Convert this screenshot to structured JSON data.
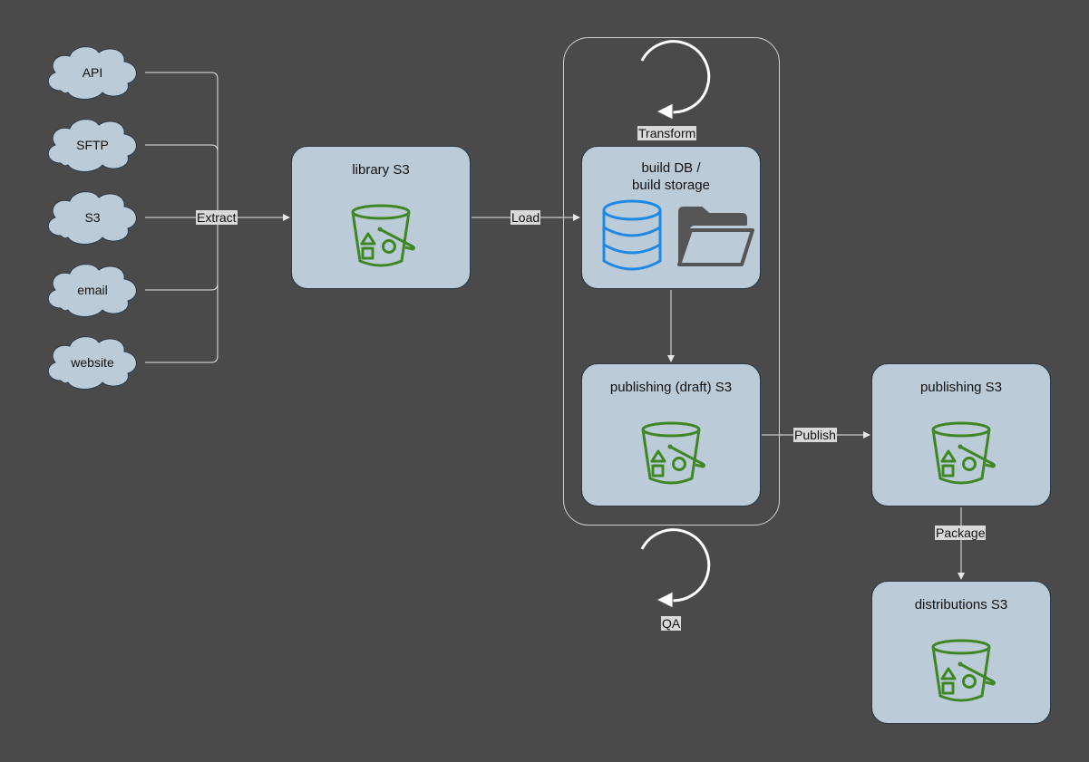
{
  "sources": [
    {
      "label": "API"
    },
    {
      "label": "SFTP"
    },
    {
      "label": "S3"
    },
    {
      "label": "email"
    },
    {
      "label": "website"
    }
  ],
  "boxes": {
    "library": {
      "title": "library S3"
    },
    "build": {
      "title": "build DB /\nbuild storage"
    },
    "draft": {
      "title": "publishing (draft) S3"
    },
    "publishing": {
      "title": "publishing S3"
    },
    "distributions": {
      "title": "distributions S3"
    }
  },
  "edges": {
    "extract": "Extract",
    "load": "Load",
    "transform": "Transform",
    "publish": "Publish",
    "package": "Package",
    "qa": "QA"
  },
  "colors": {
    "background": "#4a4a4a",
    "node_fill": "#bccbd8",
    "bucket_icon": "#3f8624",
    "database_icon": "#1e88e5",
    "folder_icon": "#555555",
    "connector": "#e0e0e0"
  }
}
